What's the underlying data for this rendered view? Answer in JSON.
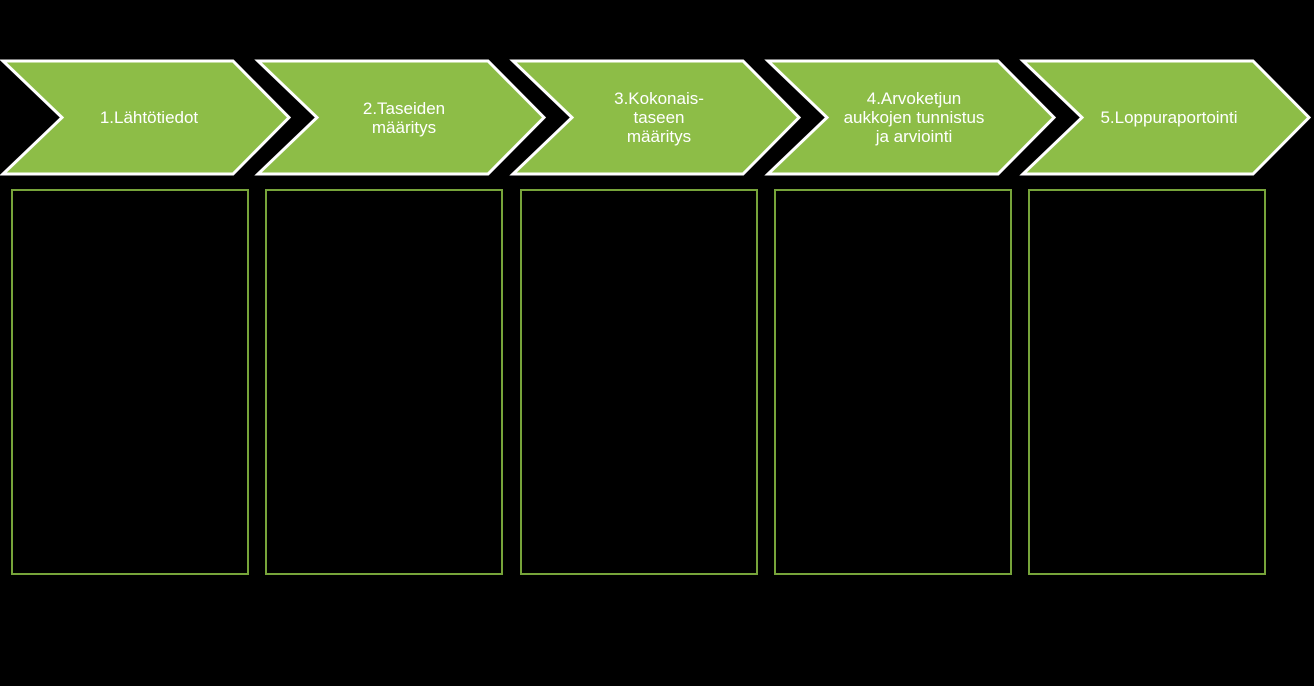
{
  "colors": {
    "chevron_fill": "#8dbd47",
    "chevron_stroke": "#ffffff",
    "panel_border": "#77a43a",
    "background": "#000000",
    "label_text": "#ffffff"
  },
  "steps": [
    {
      "label": "1.Lähtötiedot"
    },
    {
      "label": "2.Taseiden\nmääritys"
    },
    {
      "label": "3.Kokonais-\ntaseen\nmääritys"
    },
    {
      "label": "4.Arvoketjun\naukkojen tunnistus\nja arviointi"
    },
    {
      "label": "5.Loppuraportointi"
    }
  ]
}
